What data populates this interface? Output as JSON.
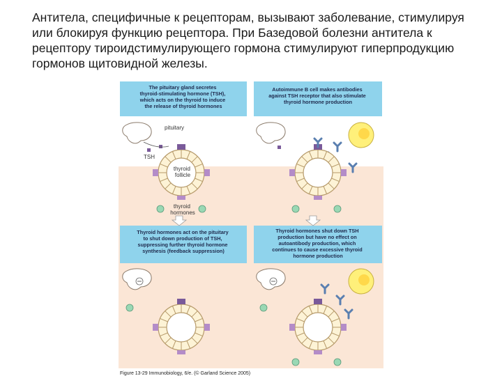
{
  "slide": {
    "text_lines": [
      "Антитела, специфичные к рецепторам, вызывают заболевание, стимулируя",
      "или блокируя функцию рецептора. При Базедовой болезни антитела к",
      "рецептору тироидстимулирующего гормона стимулируют гиперпродукцию",
      "гормонов щитовидной железы."
    ]
  },
  "figure": {
    "panels": [
      {
        "caption_lines": [
          "The pituitary gland secretes",
          "thyroid-stimulating hormone (TSH),",
          "which acts on the thyroid to induce",
          "the release of thyroid hormones"
        ]
      },
      {
        "caption_lines": [
          "Autoimmune B cell makes antibodies",
          "against TSH receptor that also stimulate",
          "thyroid hormone production"
        ]
      },
      {
        "caption_lines": [
          "Thyroid hormones act on the pituitary",
          "to shut down production of TSH,",
          "suppressing further thyroid hormone",
          "synthesis (feedback suppression)"
        ]
      },
      {
        "caption_lines": [
          "Thyroid hormones shut down TSH",
          "production but have no effect on",
          "autoantibody production, which",
          "continues to cause excessive thyroid",
          "hormone production"
        ]
      }
    ],
    "labels": {
      "pituitary": "pituitary",
      "tsh": "TSH",
      "thyroid_follicle_1": "thyroid",
      "thyroid_follicle_2": "follicle",
      "thyroid_hormones_1": "thyroid",
      "thyroid_hormones_2": "hormones"
    },
    "figure_caption": "Figure 13-29 Immunobiology, 6/e. (© Garland Science 2005)"
  },
  "colors": {
    "caption_bg": "#8fd3ec",
    "lower_bg": "#fbe6d6",
    "cell_fill": "#fdf3d6",
    "cell_stroke": "#b69a6a",
    "receptor": "#7a5a9a",
    "antibody": "#5a7fb0",
    "hormone": "#9ad8b4",
    "bcell": "#fff07a"
  }
}
